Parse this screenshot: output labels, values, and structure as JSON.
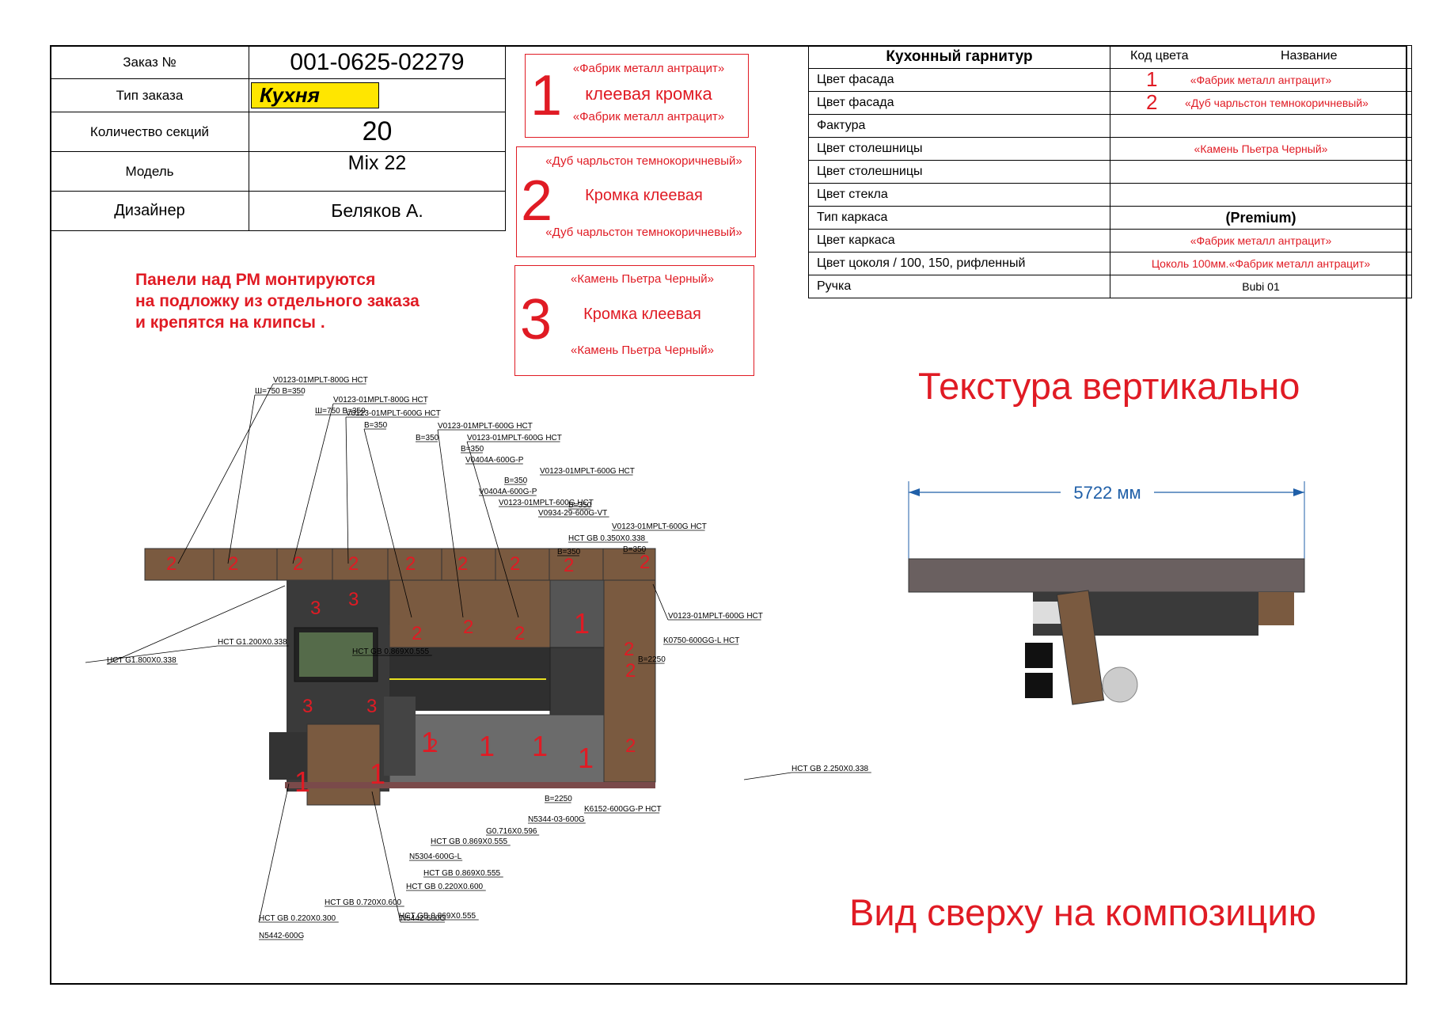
{
  "order": {
    "rows": [
      {
        "label": "Заказ №",
        "value": "001-0625-02279"
      },
      {
        "label": "Тип заказа",
        "value": "Кухня"
      },
      {
        "label": "Количество секций",
        "value": "20"
      },
      {
        "label": "Модель",
        "value": "Mix 22"
      },
      {
        "label": "Дизайнер",
        "value": "Беляков А."
      }
    ]
  },
  "edge_boxes": [
    {
      "num": "1",
      "top": "«Фабрик металл антрацит»",
      "mid": "клеевая кромка",
      "bottom": "«Фабрик металл антрацит»"
    },
    {
      "num": "2",
      "top": "«Дуб чарльстон темнокоричневый»",
      "mid": "Кромка клеевая",
      "bottom": "«Дуб чарльстон темнокоричневый»"
    },
    {
      "num": "3",
      "top": "«Камень Пьетра Черный»",
      "mid": "Кромка клеевая",
      "bottom": "«Камень Пьетра Черный»"
    }
  ],
  "spec": {
    "header": {
      "title": "Кухонный гарнитур",
      "code": "Код цвета",
      "name": "Название"
    },
    "rows": [
      {
        "label": "Цвет фасада",
        "num": "1",
        "value": "«Фабрик металл антрацит»"
      },
      {
        "label": "Цвет фасада",
        "num": "2",
        "value": "«Дуб чарльстон темнокоричневый»"
      },
      {
        "label": "Фактура",
        "num": "",
        "value": ""
      },
      {
        "label": "Цвет столешницы",
        "num": "",
        "value": "«Камень Пьетра Черный»"
      },
      {
        "label": "Цвет столешницы",
        "num": "",
        "value": ""
      },
      {
        "label": "Цвет стекла",
        "num": "",
        "value": ""
      },
      {
        "label": "Тип каркаса",
        "num": "",
        "value": "(Premium)"
      },
      {
        "label": "Цвет каркаса",
        "num": "",
        "value": "«Фабрик металл антрацит»"
      },
      {
        "label": "Цвет цоколя / 100, 150, рифленный",
        "num": "",
        "value": "Цоколь 100мм.«Фабрик металл антрацит»"
      },
      {
        "label": "Ручка",
        "num": "",
        "value": "Bubi 01"
      }
    ]
  },
  "note": {
    "line1": "Панели над РМ монтируются",
    "line2": "на подложку из отдельного заказа",
    "line3": "и крепятся на клипсы ."
  },
  "texture_label": "Текстура вертикально",
  "top_view_label": "Вид сверху на композицию",
  "dimension_label": "5722 мм",
  "callouts": [
    "V0123-01MPLT-800G HCT",
    "Ш=750 В=350",
    "V0123-01MPLT-800G HCT",
    "Ш=750 В=350",
    "V0123-01MPLT-600G HCT",
    "В=350",
    "V0123-01MPLT-600G HCT",
    "В=350",
    "V0123-01MPLT-600G HCT",
    "В=350",
    "V0404A-600G-P",
    "V0123-01MPLT-600G HCT",
    "В=350",
    "V0404A-600G-P",
    "V0123-01MPLT-600G HCT",
    "В=350",
    "V0934-29-600G-VT",
    "V0123-01MPLT-600G HCT",
    "HCT GB 0.350X0.338",
    "В=350",
    "В=350",
    "V0123-01MPLT-600G HCT",
    "K0750-600GG-L HCT",
    "В=2250",
    "HCT G1.800X0.338",
    "HCT G1.200X0.338",
    "HCT GB 0.869X0.555",
    "HCT GB 2.250X0.338",
    "В=2250",
    "K6152-600GG-P HCT",
    "N5344-03-600G",
    "G0.716X0.596",
    "HCT GB 0.869X0.555",
    "N5304-600G-L",
    "HCT GB 0.869X0.555",
    "HCT GB 0.220X0.600",
    "HCT GB 0.720X0.600",
    "N5442-600G",
    "HCT GB 0.869X0.555",
    "HCT GB 0.220X0.300",
    "N5442-600G"
  ],
  "facade_marks": [
    "2",
    "2",
    "2",
    "2",
    "2",
    "2",
    "2",
    "2",
    "2",
    "3",
    "3",
    "2",
    "2",
    "2",
    "1",
    "2",
    "2",
    "2",
    "3",
    "3",
    "1",
    "1",
    "1",
    "1",
    "1",
    "1",
    "2"
  ]
}
